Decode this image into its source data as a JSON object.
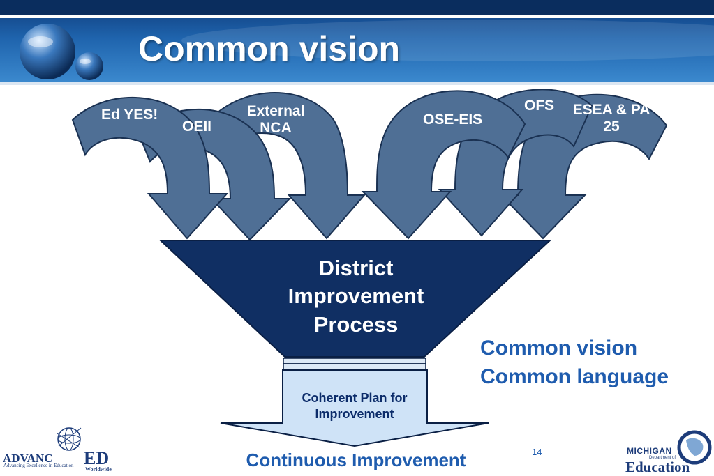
{
  "slide": {
    "title": "Common vision",
    "page_number": "14"
  },
  "diagram": {
    "inputs": [
      {
        "label": "Ed YES!"
      },
      {
        "label": "OEII"
      },
      {
        "label": "External NCA"
      },
      {
        "label": "OSE-EIS"
      },
      {
        "label": "OFS"
      },
      {
        "label": "ESEA & PA 25"
      }
    ],
    "funnel_label": "District Improvement Process",
    "output_label": "Coherent Plan for Improvement",
    "result_label": "Continuous Improvement"
  },
  "side_text": {
    "line1": "Common vision",
    "line2": "Common language"
  },
  "logos": {
    "advanced": {
      "name": "ADVANC",
      "ed": "ED",
      "tagline": "Advancing Excellence in Education",
      "worldwide": "Worldwide"
    },
    "michigan": {
      "line1": "MICHIGAN",
      "line2": "Department of",
      "line3": "Education"
    }
  },
  "colors": {
    "arrow_fill": "#4f6f95",
    "arrow_stroke": "#1a3152",
    "funnel_fill": "#102f63",
    "output_fill": "#cfe3f7",
    "accent_text": "#1f5cae"
  }
}
